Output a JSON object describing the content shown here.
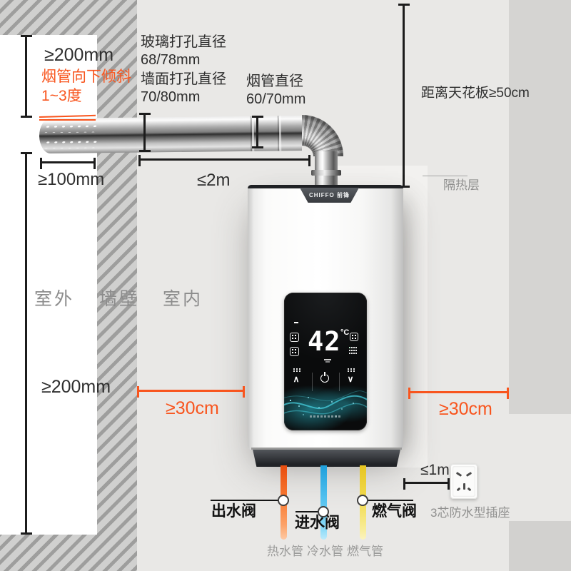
{
  "annotations": {
    "clearance_above_flue": "≥200mm",
    "flue_tilt_line1": "烟管向下倾斜",
    "flue_tilt_line2": "1~3度",
    "glass_hole_title": "玻璃打孔直径",
    "glass_hole_value": "68/78mm",
    "wall_hole_title": "墙面打孔直径",
    "wall_hole_value": "70/80mm",
    "flue_diameter_title": "烟管直径",
    "flue_diameter_value": "60/70mm",
    "ceiling_distance": "距离天花板≥50cm",
    "outdoor_clearance": "≥100mm",
    "flue_max_length": "≤2m",
    "insulation": "隔热层",
    "clearance_below_flue": "≥200mm",
    "left_side_clearance": "≥30cm",
    "right_side_clearance": "≥30cm",
    "socket_distance": "≤1m",
    "socket_label": "3芯防水型插座"
  },
  "zones": {
    "outdoor": "室外",
    "wall": "墙壁",
    "indoor": "室内"
  },
  "heater": {
    "brand": "CHIFFO 前锋",
    "temperature": "42",
    "temp_unit": "°C"
  },
  "plumbing": {
    "outlet_valve": "出水阀",
    "inlet_valve": "进水阀",
    "gas_valve": "燃气阀",
    "hot_water_pipe": "热水管",
    "cold_water_pipe": "冷水管",
    "gas_pipe": "燃气管"
  },
  "colors": {
    "accent_orange": "#f8551e",
    "wave_teal": "#2ec4d6",
    "hot_pipe": "#f4731f",
    "cold_pipe": "#35aee2",
    "gas_pipe_color": "#f0d23f"
  }
}
